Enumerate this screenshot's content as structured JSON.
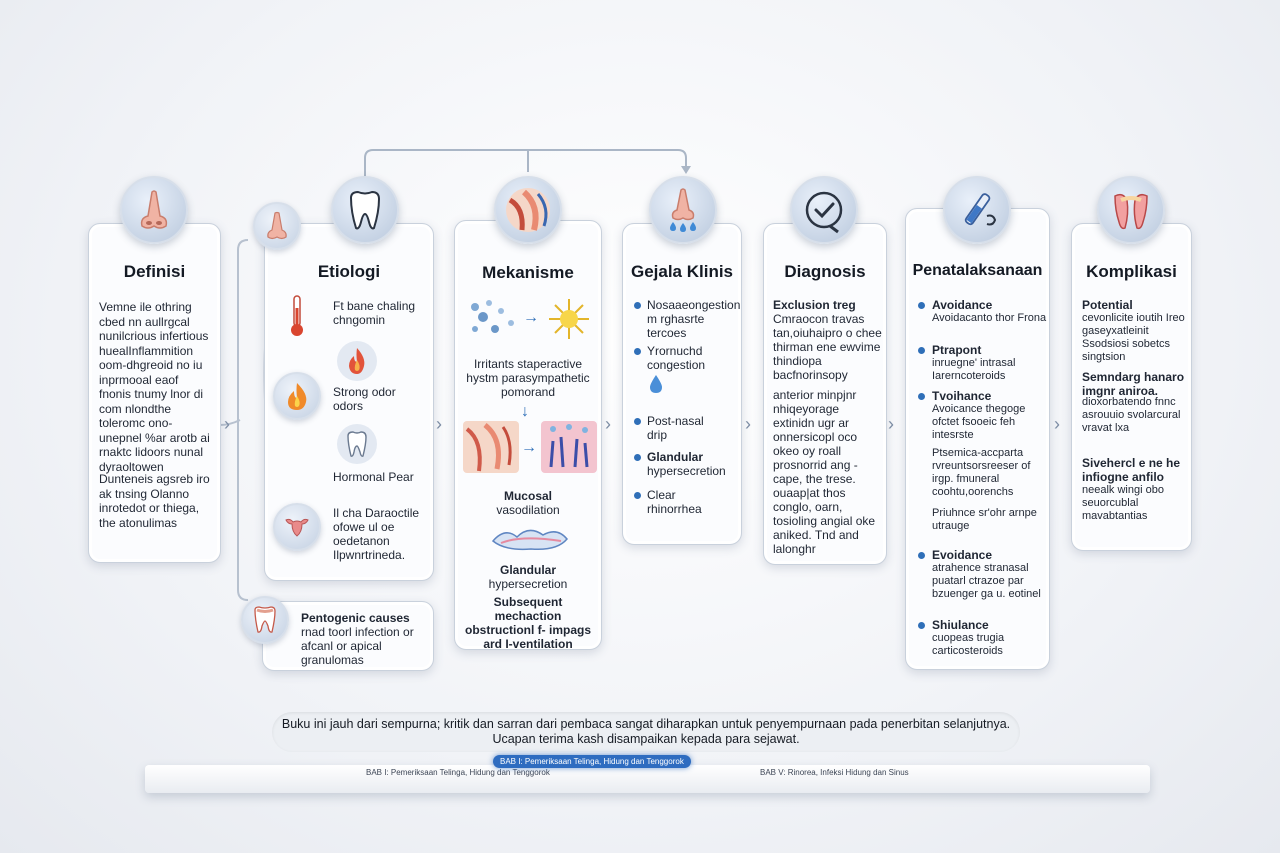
{
  "cards": {
    "definisi": {
      "title": "Definisi",
      "body1": "Vemne ile othring cbed nn aullrgcal nunilcrious infertious huealInflammition oom-dhgreoid no iu inprmooal eaof fnonis tnumy lnor di com nlondthe toleromc ono-unepnel %ar arotb ai rnaktc lidoors nunal dyraoltowen",
      "body2": "Dunteneis agsreb iro ak tnsing Olanno inrotedot or thiega, the atonulimas"
    },
    "etiologi": {
      "title": "Etiologi",
      "item1": "Ft bane chaling chngomin",
      "item2": "Strong odor odors",
      "item3": "Hormonal Pear",
      "item4": "Il cha Daraoctile ofowe ul oe oedetanon Ilpwnrtrineda."
    },
    "pentogenic": {
      "label": "Pentogenic causes",
      "text": "rnad toorl infection or afcanl or apical granulomas"
    },
    "mekanisme": {
      "title": "Mekanisme",
      "step1": "Irritants staperactive hystm parasympathetic pomorand",
      "step2_title": "Mucosal",
      "step2_sub": "vasodilation",
      "step3_title": "Glandular",
      "step3_sub": "hypersecretion",
      "step4": "Subsequent mechaction obstructionl f- impags ard I-ventilation"
    },
    "gejala": {
      "title": "Gejala Klinis",
      "items": [
        {
          "title": "Nosaaeongestion",
          "sub": "m rghasrte tercoes"
        },
        {
          "title": "Yrornuchd",
          "sub": "congestion"
        },
        {
          "title": "Post-nasal",
          "sub": "drip"
        },
        {
          "title": "Glandular",
          "sub": "hypersecretion"
        },
        {
          "title": "Clear",
          "sub": "rhinorrhea"
        }
      ]
    },
    "diagnosis": {
      "title": "Diagnosis",
      "lead": "Exclusion treg",
      "block1": "Cmraocon travas tan,oiuhaipro o chee thirman ene ewvime thindiopa bacfnorinsopy",
      "block2": "anterior minpjnr nhiqeyorage extinidn ugr ar onnersicopl oco okeo oy roall prosnorrid ang - cape, the trese. ouaap|at thos conglo, oarn, tosioling angial oke aniked. Tnd and lalonghr"
    },
    "penatalaksanaan": {
      "title": "Penatalaksanaan",
      "items": [
        {
          "title": "Avoidance",
          "sub": "Avoidacanto thor Frona"
        },
        {
          "title": "Ptrapont",
          "sub": "inruegne' intrasal Iarerncoteroids"
        },
        {
          "title": "Tvoihance",
          "sub": "Avoicance thegoge ofctet fsooeic feh intesrste"
        },
        {
          "title": "",
          "sub": "Ptsemica-accparta rvreuntsorsreeser of irgp. fmuneral coohtu,oorenchs"
        },
        {
          "title": "",
          "sub": "Priuhnce sr'ohr arnpe utrauge"
        },
        {
          "title": "Evoidance",
          "sub": "atrahence stranasal puatarl ctrazoe par bzuenger ga u. eotinel"
        },
        {
          "title": "Shiulance",
          "sub": "cuopeas trugia carticosteroids"
        }
      ]
    },
    "komplikasi": {
      "title": "Komplikasi",
      "block1_title": "Potential",
      "block1_sub": "cevonlicite ioutih Ireo gaseyxatleinit Ssodsiosi sobetcs singtsion",
      "block2_title": "Semndarg hanaro imgnr aniroa.",
      "block2_sub": "dioxorbatendo fnnc asrouuio svolarcural vravat lxa",
      "block3_title": "Sivehercl e ne he infiogne anfilo",
      "block3_sub": "neealk wingi obo seuorcublal mavabtantias"
    }
  },
  "footer": {
    "line1": "Buku ini jauh dari sempurna; kritik dan sarran dari pembaca sangat diharapkan untuk penyempurnaan pada penerbitan selanjutnya.",
    "line2": "Ucapan terima kash disampaikan kepada para sejawat."
  },
  "chapters": {
    "left": "BAB I: Pemeriksaan Telinga, Hidung dan Tenggorok",
    "active": "BAB I: Pemeriksaan Telinga, Hidung dan Tenggorok",
    "right": "BAB V: Rinorea, Infeksi Hidung dan Sinus"
  },
  "icons": {
    "definisi": "nose-icon",
    "etiologi": "tooth-icon",
    "mekanisme": "nasal-cavity-icon",
    "gejala": "runny-nose-icon",
    "diagnosis": "check-badge-icon",
    "penatalaksanaan": "nasal-spray-icon",
    "komplikasi": "sinus-organ-icon"
  },
  "colors": {
    "accent": "#2f6fb8",
    "card_border": "#c9d1dc",
    "icon_bg": "#b9c8dc",
    "active_chapter": "#2e6cc0"
  }
}
